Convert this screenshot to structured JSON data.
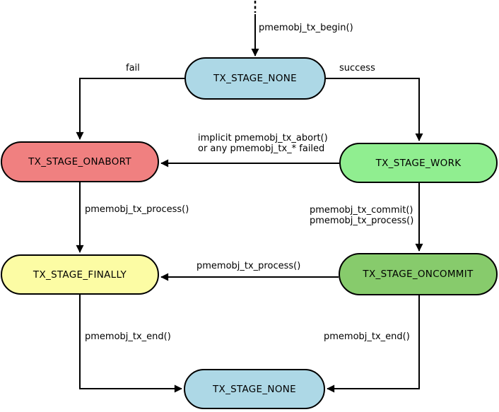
{
  "diagram": {
    "description": "pmemobj transaction stage state diagram",
    "colors": {
      "none": "#ADD8E6",
      "onabort": "#F08080",
      "work": "#90EE90",
      "finally": "#FCFCA4",
      "oncommit": "#87CB6C",
      "stroke": "#000000"
    },
    "nodes": {
      "none_top": {
        "label": "TX_STAGE_NONE"
      },
      "onabort": {
        "label": "TX_STAGE_ONABORT"
      },
      "work": {
        "label": "TX_STAGE_WORK"
      },
      "finally": {
        "label": "TX_STAGE_FINALLY"
      },
      "oncommit": {
        "label": "TX_STAGE_ONCOMMIT"
      },
      "none_bottom": {
        "label": "TX_STAGE_NONE"
      }
    },
    "edges": {
      "begin": {
        "label": "pmemobj_tx_begin()"
      },
      "fail": {
        "label": "fail"
      },
      "success": {
        "label": "success"
      },
      "abort": {
        "label_line1": "implicit pmemobj_tx_abort()",
        "label_line2": "or any pmemobj_tx_* failed"
      },
      "onabort_process": {
        "label": "pmemobj_tx_process()"
      },
      "commit": {
        "label_line1": "pmemobj_tx_commit()",
        "label_line2": "pmemobj_tx_process()"
      },
      "oncommit_process": {
        "label": "pmemobj_tx_process()"
      },
      "finally_end": {
        "label": "pmemobj_tx_end()"
      },
      "oncommit_end": {
        "label": "pmemobj_tx_end()"
      }
    }
  }
}
